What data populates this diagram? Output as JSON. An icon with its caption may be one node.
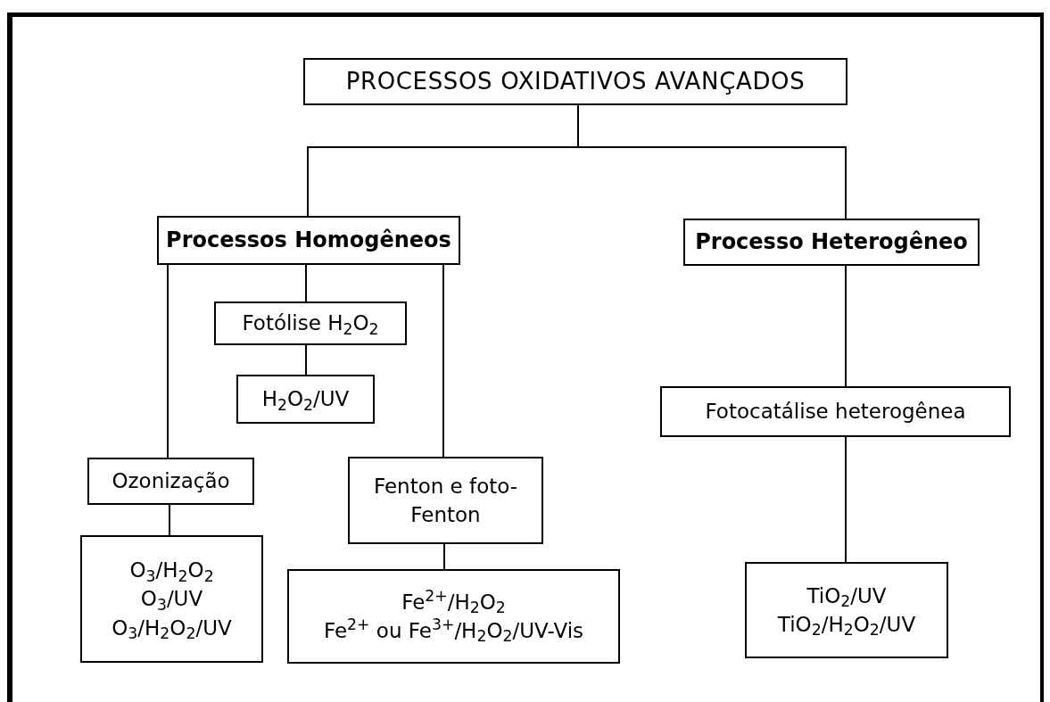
{
  "diagram": {
    "nodes": [
      {
        "text": [
          "PROCESSOS OXIDATIVOS AVANÇADOS"
        ]
      },
      {
        "text": [
          "Processos Homogêneos"
        ]
      },
      {
        "text": [
          "Processo Heterogêneo"
        ]
      },
      {
        "text": [
          "Fotólise H$_{2}$O$_{2}$"
        ]
      },
      {
        "text": [
          "H$_{2}$O$_{2}$/UV"
        ]
      },
      {
        "text": [
          "Fotocatálise heterogênea"
        ]
      },
      {
        "text": [
          "Ozonização"
        ]
      },
      {
        "text": [
          "Fenton e foto-Fenton"
        ]
      },
      {
        "text": [
          "O$_{3}$/H$_{2}$O$_{2}$",
          "O$_{3}$/UV",
          "O$_{3}$/H$_{2}$O$_{2}$/UV"
        ]
      },
      {
        "text": [
          "Fe$^{2+}$/H$_{2}$O$_{2}$",
          "Fe$^{2+}$ ou Fe$^{3+}$/H$_{2}$O$_{2}$/UV-Vis"
        ]
      },
      {
        "text": [
          "TiO$_{2}$/UV",
          "TiO$_{2}$/H$_{2}$O$_{2}$/UV"
        ]
      }
    ],
    "edges": [
      {
        "from": 0,
        "to": 1,
        "arrow": "none"
      },
      {
        "from": 0,
        "to": 2,
        "arrow": "none"
      },
      {
        "from": 1,
        "to": 6,
        "arrow": "none"
      },
      {
        "from": 1,
        "to": 3,
        "arrow": "none"
      },
      {
        "from": 1,
        "to": 7,
        "arrow": "none"
      },
      {
        "from": 3,
        "to": 4,
        "arrow": "none"
      },
      {
        "from": 2,
        "to": 5,
        "arrow": "none"
      },
      {
        "from": 6,
        "to": 8,
        "arrow": "none"
      },
      {
        "from": 7,
        "to": 9,
        "arrow": "none"
      },
      {
        "from": 5,
        "to": 10,
        "arrow": "none"
      }
    ]
  }
}
